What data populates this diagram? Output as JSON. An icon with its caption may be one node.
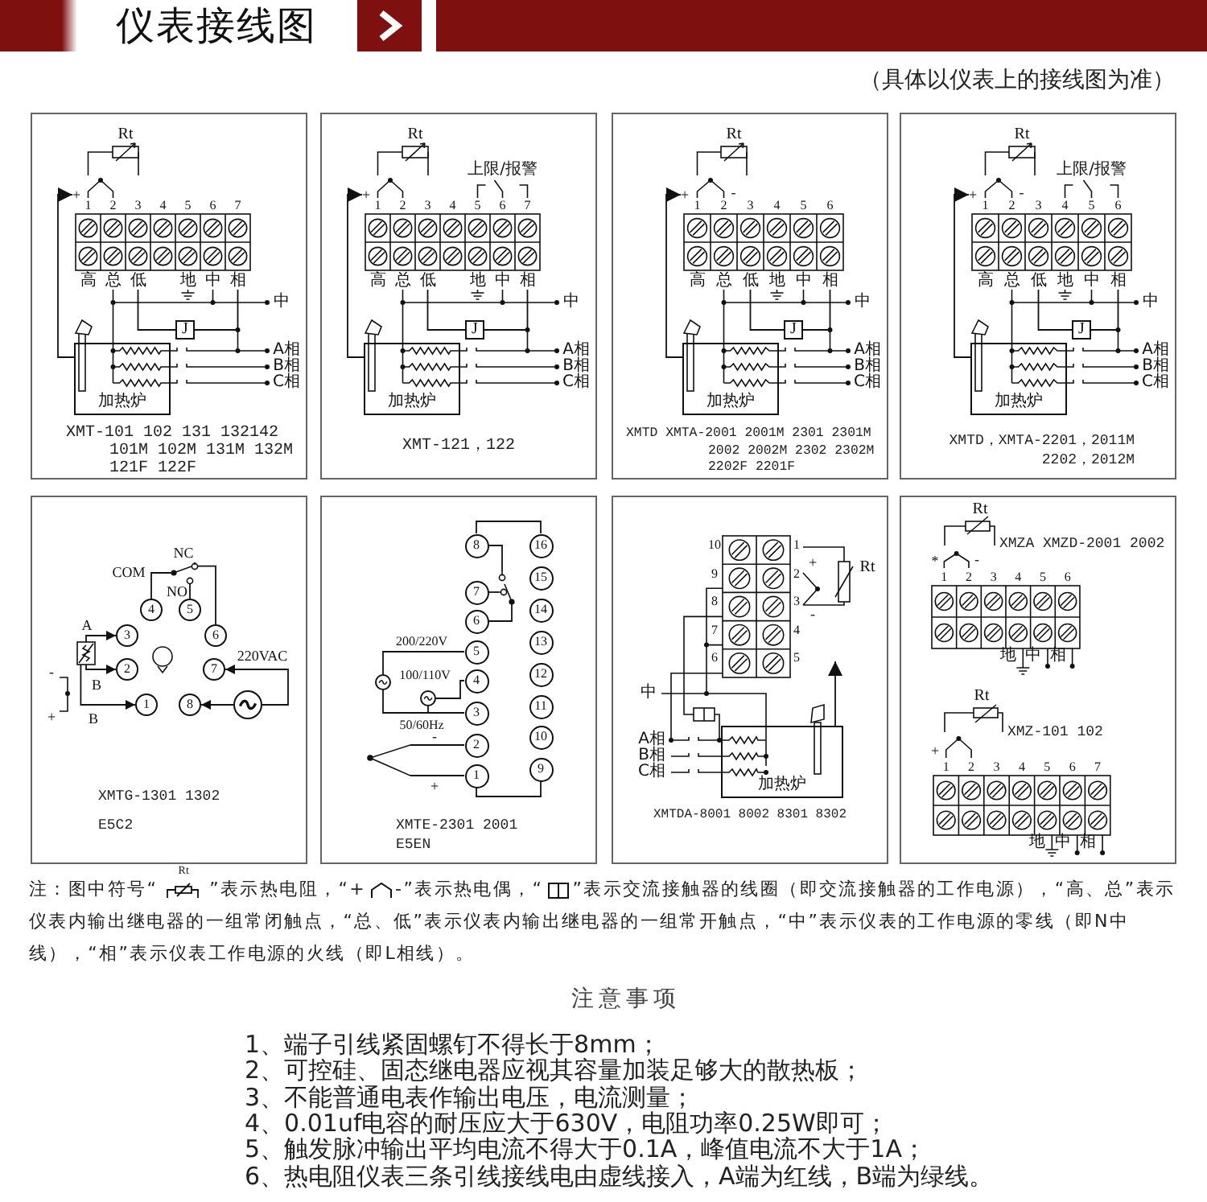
{
  "diagram": {
    "title": "仪表接线图",
    "nodes": [
      {
        "text": [
          "XMT-101 102 131 132142 101M 102M 131M 132M 121F 122F"
        ]
      },
      {
        "text": [
          "加热炉"
        ],
        "in": 0
      },
      {
        "text": [
          "J"
        ],
        "in": 0
      },
      {
        "text": [
          "+"
        ],
        "in": 0
      },
      {
        "text": [
          "低"
        ],
        "in": 0
      },
      {
        "text": [
          "相"
        ],
        "in": 0
      },
      {
        "text": [
          "XMT-121，122"
        ]
      },
      {
        "text": [
          "加热炉"
        ],
        "in": 6
      },
      {
        "text": [
          "J"
        ],
        "in": 6
      },
      {
        "text": [
          "+"
        ],
        "in": 6
      },
      {
        "text": [
          "低"
        ],
        "in": 6
      },
      {
        "text": [
          "相"
        ],
        "in": 6
      },
      {
        "text": [
          "XMTD XMTA-2001 2001M 2301 2301M 2002 2002M 2302 2302M 2202F 2201F"
        ]
      },
      {
        "text": [
          "加热炉"
        ],
        "in": 12
      },
      {
        "text": [
          "J"
        ],
        "in": 12
      },
      {
        "text": [
          "+"
        ],
        "in": 12
      },
      {
        "text": [
          "低"
        ],
        "in": 12
      },
      {
        "text": [
          "相"
        ],
        "in": 12
      },
      {
        "text": [
          "XMTD，XMTA-2201，2011M 2202，2012M"
        ]
      },
      {
        "text": [
          "加热炉"
        ],
        "in": 18
      },
      {
        "text": [
          "J"
        ],
        "in": 18
      },
      {
        "text": [
          "+"
        ],
        "in": 18
      },
      {
        "text": [
          "低"
        ],
        "in": 18
      },
      {
        "text": [
          "相"
        ],
        "in": 18
      },
      {
        "text": [
          "XMTG-1301 1302 E5C2"
        ]
      },
      {
        "text": [
          "4"
        ],
        "in": 24
      },
      {
        "text": [
          "5"
        ],
        "in": 24
      },
      {
        "text": [
          "3"
        ],
        "in": 24
      },
      {
        "text": [
          "6"
        ],
        "in": 24
      },
      {
        "text": [
          "2"
        ],
        "in": 24
      },
      {
        "text": [
          "7"
        ],
        "in": 24
      },
      {
        "text": [
          "1"
        ],
        "in": 24
      },
      {
        "text": [
          "8"
        ],
        "in": 24
      },
      {
        "text": [],
        "shape": "circle",
        "in": 24
      },
      {
        "text": [],
        "shape": "switch",
        "in": 24
      },
      {
        "text": [],
        "shape": "resistor",
        "in": 24
      },
      {
        "text": [
          "XMTE-2301 2001 E5EN"
        ]
      },
      {
        "text": [
          "8"
        ],
        "in": 36
      },
      {
        "text": [
          "7"
        ],
        "in": 36
      },
      {
        "text": [
          "6"
        ],
        "in": 36
      },
      {
        "text": [
          "5"
        ],
        "in": 36
      },
      {
        "text": [
          "4"
        ],
        "in": 36
      },
      {
        "text": [
          "3"
        ],
        "in": 36
      },
      {
        "text": [
          "2"
        ],
        "in": 36
      },
      {
        "text": [
          "1"
        ],
        "in": 36
      },
      {
        "text": [
          "16"
        ],
        "in": 36
      },
      {
        "text": [
          "15"
        ],
        "in": 36
      },
      {
        "text": [
          "14"
        ],
        "in": 36
      },
      {
        "text": [
          "13"
        ],
        "in": 36
      },
      {
        "text": [
          "12"
        ],
        "in": 36
      },
      {
        "text": [
          "11"
        ],
        "in": 36
      },
      {
        "text": [
          "10"
        ],
        "in": 36
      },
      {
        "text": [
          "9"
        ],
        "in": 36
      },
      {
        "text": [],
        "shape": "circle",
        "in": 36
      },
      {
        "text": [],
        "shape": "circle",
        "in": 36
      },
      {
        "text": [],
        "shape": "switch",
        "in": 36
      },
      {
        "text": [],
        "shape": "thermocouple",
        "in": 36
      },
      {
        "text": [
          "XMTDA-8001 8002 8301 8302"
        ]
      },
      {
        "text": [
          "加热炉"
        ],
        "in": 57
      },
      {
        "text": [
          "XMZA XMZD-2001 2002",
          "XMZ-101 102"
        ]
      }
    ],
    "edges": [
      {
        "from": 1,
        "to": 3,
        "arrow": "to"
      },
      {
        "from": 4,
        "to": 2,
        "arrow": "none"
      },
      {
        "from": 2,
        "to": 5,
        "arrow": "none"
      },
      {
        "from": 7,
        "to": 9,
        "arrow": "to"
      },
      {
        "from": 10,
        "to": 8,
        "arrow": "none"
      },
      {
        "from": 8,
        "to": 11,
        "arrow": "none"
      },
      {
        "from": 13,
        "to": 15,
        "arrow": "to"
      },
      {
        "from": 16,
        "to": 14,
        "arrow": "none"
      },
      {
        "from": 14,
        "to": 17,
        "arrow": "none"
      },
      {
        "from": 19,
        "to": 21,
        "arrow": "to"
      },
      {
        "from": 22,
        "to": 20,
        "arrow": "none"
      },
      {
        "from": 20,
        "to": 23,
        "arrow": "none"
      },
      {
        "from": 35,
        "to": 31,
        "arrow": "to"
      },
      {
        "from": 33,
        "to": 30,
        "arrow": "to"
      },
      {
        "from": 33,
        "to": 32,
        "arrow": "to"
      },
      {
        "from": 35,
        "to": 27,
        "arrow": "to"
      },
      {
        "from": 35,
        "to": 29,
        "arrow": "to"
      },
      {
        "from": 34,
        "to": 25,
        "arrow": "none"
      },
      {
        "from": 34,
        "to": 28,
        "arrow": "none"
      },
      {
        "from": 34,
        "to": 26,
        "arrow": "none"
      },
      {
        "from": 37,
        "to": 45,
        "arrow": "none"
      },
      {
        "from": 44,
        "to": 52,
        "arrow": "none"
      },
      {
        "from": 53,
        "to": 40,
        "arrow": "none"
      },
      {
        "from": 53,
        "to": 42,
        "arrow": "none"
      },
      {
        "from": 54,
        "to": 41,
        "arrow": "none"
      },
      {
        "from": 54,
        "to": 42,
        "arrow": "none"
      },
      {
        "from": 56,
        "to": 43,
        "arrow": "none"
      },
      {
        "from": 56,
        "to": 44,
        "arrow": "none"
      },
      {
        "from": 55,
        "to": 37,
        "arrow": "none"
      },
      {
        "from": 55,
        "to": 38,
        "arrow": "none"
      },
      {
        "from": 55,
        "to": 39,
        "arrow": "none"
      },
      {
        "from": 58,
        "to": null,
        "arrow": "to"
      }
    ],
    "labels": [
      "（具体以仪表上的接线图为准）",
      "Rt",
      "1",
      "2",
      "3",
      "4",
      "5",
      "6",
      "7",
      "高",
      "总",
      "地",
      "中",
      "中",
      "A相",
      "B相",
      "C相",
      "Rt",
      "上限/报警",
      "1",
      "2",
      "3",
      "4",
      "5",
      "6",
      "7",
      "高",
      "总",
      "地",
      "中",
      "中",
      "A相",
      "B相",
      "C相",
      "Rt",
      "-",
      "1",
      "2",
      "3",
      "4",
      "5",
      "6",
      "高",
      "总",
      "地",
      "中",
      "中",
      "A相",
      "B相",
      "C相",
      "Rt",
      "上限/报警",
      "-",
      "1",
      "2",
      "3",
      "4",
      "5",
      "6",
      "高",
      "总",
      "地",
      "中",
      "中",
      "A相",
      "B相",
      "C相",
      "NC",
      "COM",
      "NO",
      "A",
      "B",
      "B",
      "-",
      "+",
      "220VAC",
      "200/220V",
      "100/110V",
      "50/60Hz",
      "-",
      "+",
      "10",
      "1",
      "9",
      "2",
      "+",
      "Rt",
      "8",
      "3",
      "-",
      "7",
      "4",
      "6",
      "5",
      "中",
      "A相",
      "B相",
      "C相",
      "Rt",
      "*",
      "-",
      "1",
      "2",
      "3",
      "4",
      "5",
      "6",
      "地",
      "中",
      "相",
      "Rt",
      "+",
      "1",
      "2",
      "3",
      "4",
      "5",
      "6",
      "7",
      "地",
      "中",
      "相",
      "注：图中符号“",
      "Rt",
      "”表示热电阻，“+",
      "-”表示热电偶，“",
      "”表示交流接触器的线圈（即交流接触器的工作电源），“高、总”表示仪表内输出继电器的一组常闭触点，“总、低”表示仪表内输出继电器的一组常开触点，“中”表示仪表的工作电源的零线（即N中线），“相”表示仪表工作电源的火线（即L相线）。",
      "注意事项",
      "1、端子引线紧固螺钉不得长于8mm；",
      "2、可控硅、固态继电器应视其容量加装足够大的散热板；",
      "3、不能普通电表作输出电压，电流测量；",
      "4、0.01uf电容的耐压应大于630V，电阻功率0.25W即可；",
      "5、触发脉冲输出平均电流不得大于0.1A，峰值电流不大于1A；",
      "6、热电阻仪表三条引线接线电由虚线接入，A端为红线，B端为绿线。"
    ]
  }
}
